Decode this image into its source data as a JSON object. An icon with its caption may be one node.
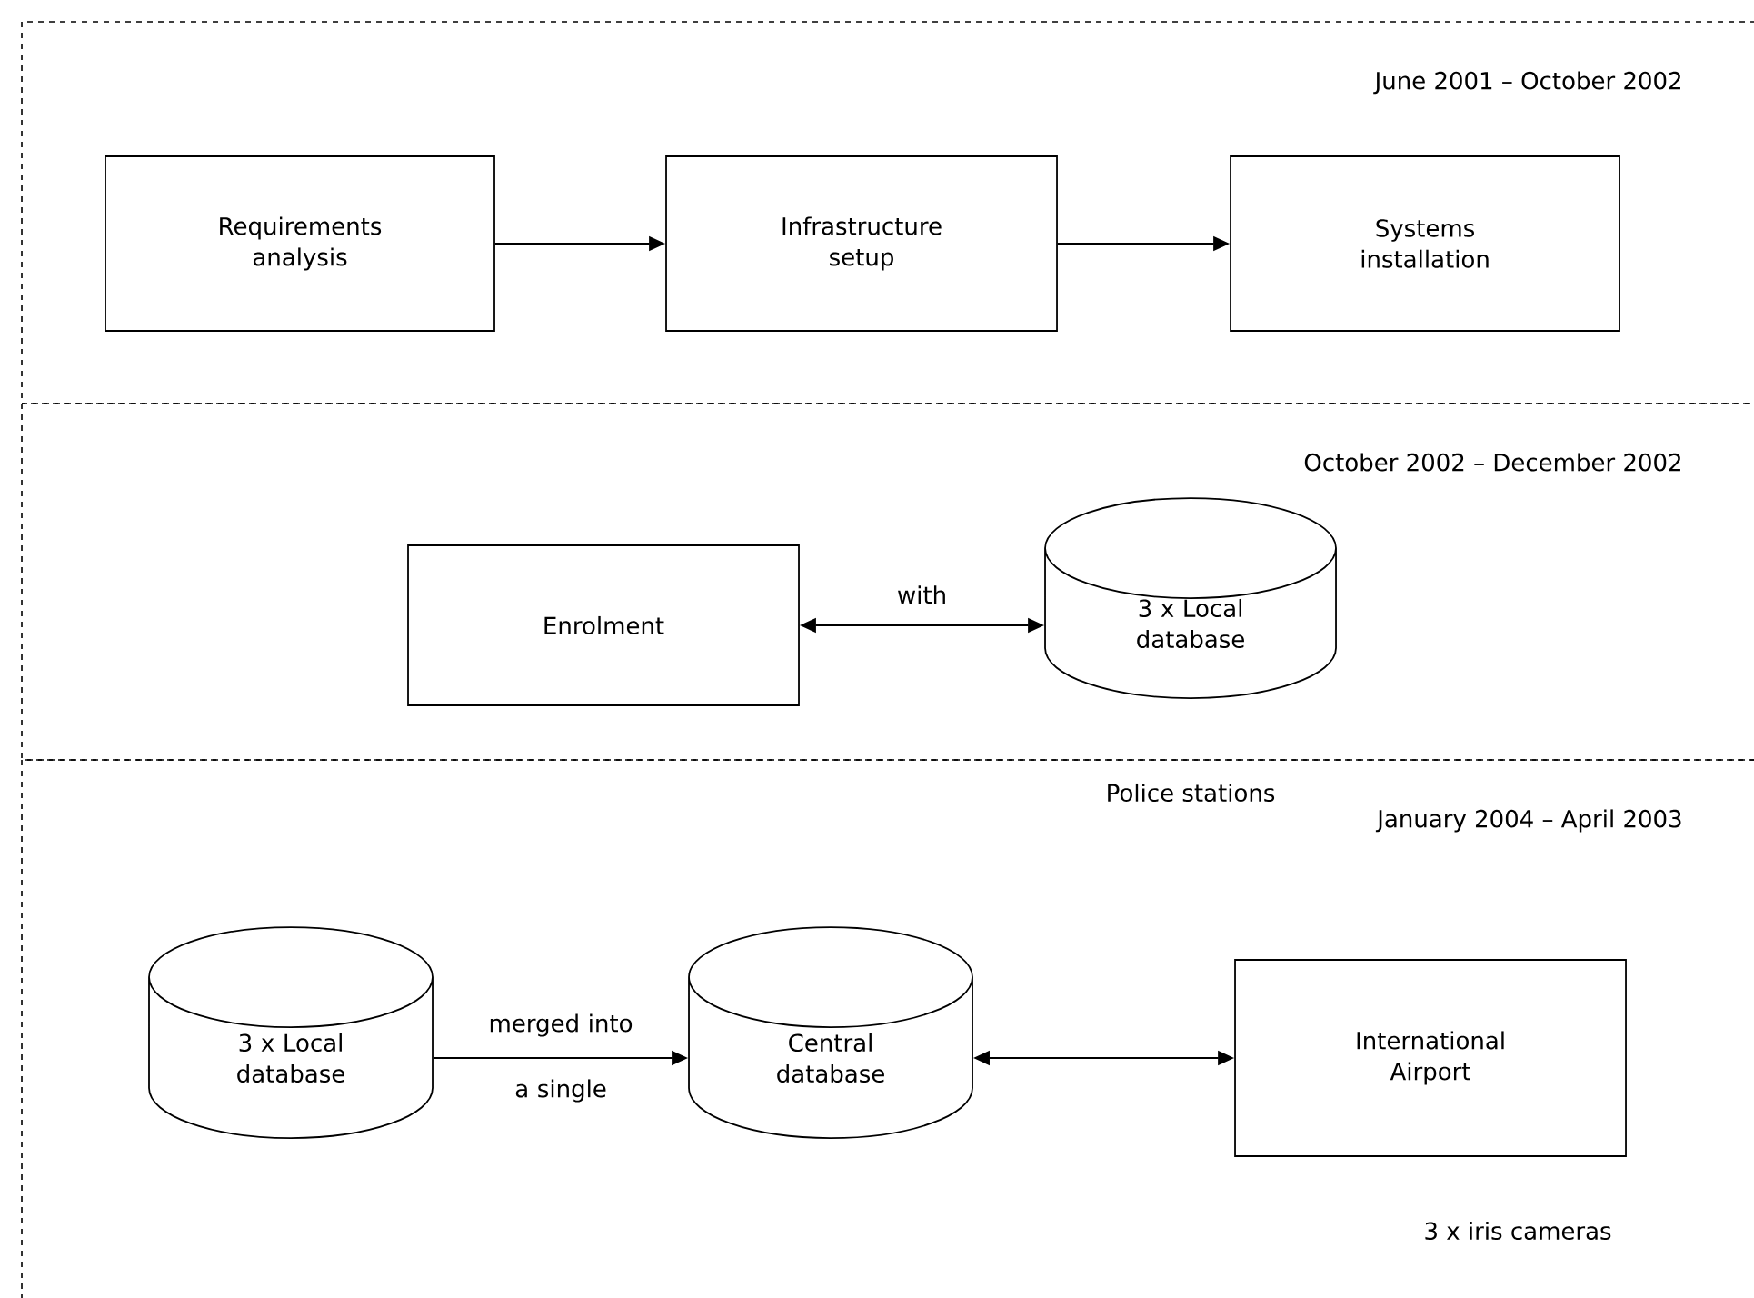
{
  "diagram": {
    "nodes": [
      {
        "text": [
          "June 2001 – October 2002"
        ]
      },
      {
        "text": [
          "Requirements analysis"
        ],
        "in": 0
      },
      {
        "text": [
          "Infrastructure setup"
        ],
        "in": 0
      },
      {
        "text": [
          "Systems installation"
        ],
        "in": 0
      },
      {
        "text": [
          "October 2002 – December 2002"
        ]
      },
      {
        "text": [
          "Enrolment"
        ],
        "in": 4
      },
      {
        "text": [
          "3 x Local database"
        ],
        "in": 4,
        "beside": [
          "Police stations"
        ]
      },
      {
        "text": [
          "January 2004 – April 2003"
        ]
      },
      {
        "text": [
          "3 x Local database"
        ],
        "in": 7
      },
      {
        "text": [
          "Central database"
        ],
        "in": 7
      },
      {
        "text": [
          "International Airport"
        ],
        "in": 7,
        "beside": [
          "3 x iris cameras"
        ]
      }
    ],
    "edges": [
      {
        "from": 1,
        "to": 2,
        "arrow": "to"
      },
      {
        "from": 2,
        "to": 3,
        "arrow": "to"
      },
      {
        "from": 5,
        "to": 6,
        "arrow": "both",
        "label": "with"
      },
      {
        "from": 8,
        "to": 9,
        "arrow": "to",
        "label": "merged into a single"
      },
      {
        "from": 9,
        "to": 10,
        "arrow": "both"
      }
    ]
  }
}
